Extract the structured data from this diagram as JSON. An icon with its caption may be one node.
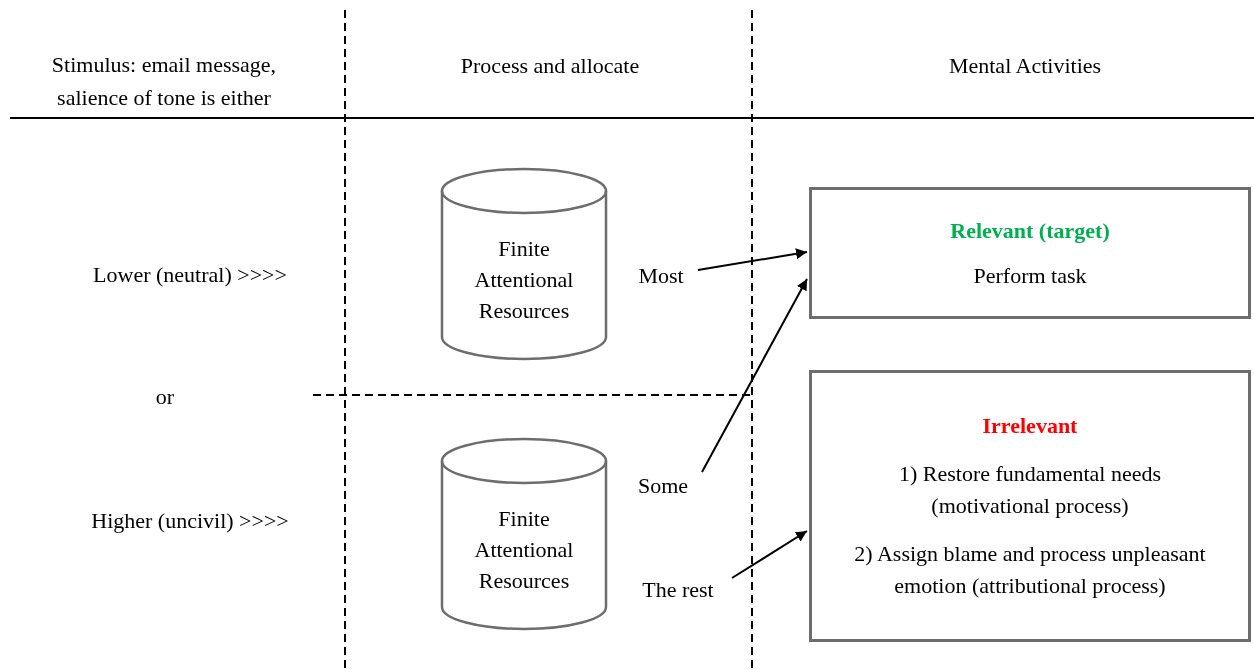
{
  "diagram": {
    "nodes": [
      {
        "text": [
          "Finite Attentional Resources"
        ]
      },
      {
        "text": [
          "Finite Attentional Resources"
        ]
      },
      {
        "text": [
          "Relevant (target)",
          "Perform task"
        ]
      },
      {
        "text": [
          "Irrelevant",
          "1) Restore fundamental needs (motivational process)",
          "2) Assign blame and process unpleasant emotion (attributional process)"
        ]
      },
      {
        "text": [
          "Most"
        ]
      },
      {
        "text": [
          "Some"
        ]
      },
      {
        "text": [
          "The rest"
        ]
      }
    ],
    "edges": [
      {
        "from": 4,
        "to": 2,
        "arrow": "to"
      },
      {
        "from": 5,
        "to": 2,
        "arrow": "to"
      },
      {
        "from": 6,
        "to": 3,
        "arrow": "to"
      }
    ],
    "labels": [
      "Stimulus: email message, salience of tone is either",
      "Process and allocate",
      "Mental Activities",
      "Lower (neutral) >>>>",
      "or",
      "Higher (uncivil) >>>>"
    ]
  }
}
